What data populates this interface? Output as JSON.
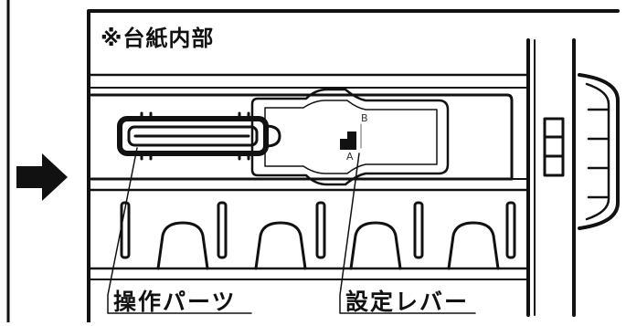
{
  "diagram": {
    "section_title": "※台紙内部",
    "callouts": {
      "operation_part": "操作パーツ",
      "setting_lever": "設定レバー"
    },
    "lever_positions": {
      "upper": "B",
      "lower": "A"
    },
    "arrow_icon": "right-arrow-icon"
  }
}
